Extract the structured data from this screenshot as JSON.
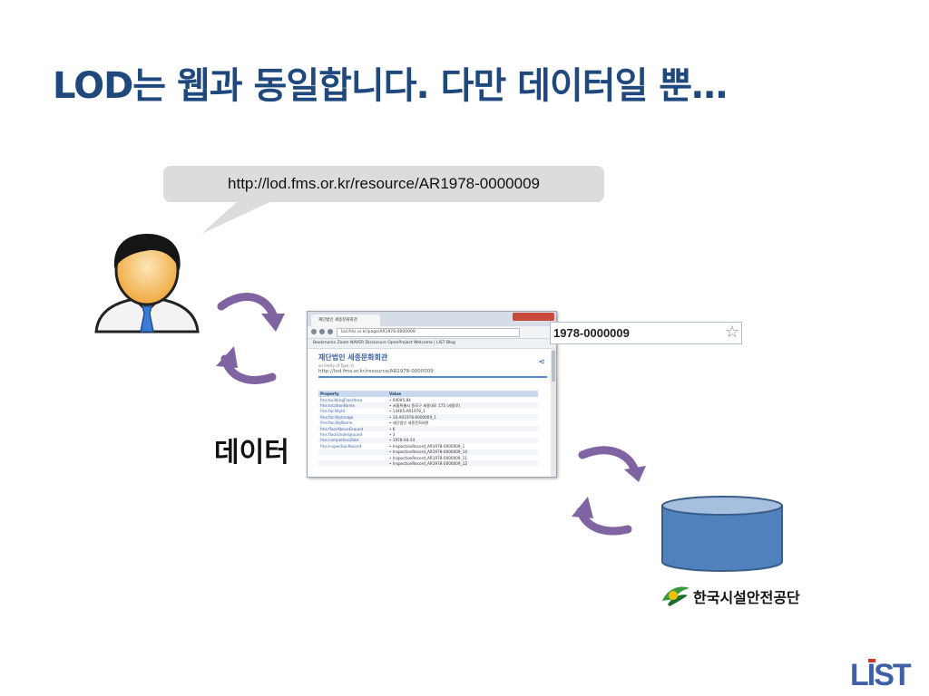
{
  "slide": {
    "title": "LOD는 웹과 동일합니다. 다만 데이터일 뿐…"
  },
  "bubble": {
    "url": "http://lod.fms.or.kr/resource/AR1978-0000009"
  },
  "browser": {
    "tab_title": "재단법인 세종문화회관",
    "address": "lod.fms.or.kr/page/AR1978-0000009",
    "bookmarks": "Bookmarks   Zoom   NAVER   Disclosure   OpenProject   Welcome | LIST Blog",
    "page_title": "재단법인 세종문화회관",
    "page_sub": "an Entity of Type: fc",
    "page_uri": "http://lod.fms.or.kr/resource/AR1978-0000009",
    "table": {
      "headers": [
        "Property",
        "Value"
      ],
      "rows": [
        {
          "p": "fms:buildingFloorArea",
          "v": "• 64095.84"
        },
        {
          "p": "fms:locationName",
          "v": "• 서울특별시 종로구 세종대로 175 (세종로)"
        },
        {
          "p": "fms:facilityId",
          "v": "• 14405-AR1978_1"
        },
        {
          "p": "fms:facilityImage",
          "v": "• 10-AR1978-0000009_1"
        },
        {
          "p": "fms:facilityName",
          "v": "• 재단법인 세종문화회관"
        },
        {
          "p": "fms:floorAboveGround",
          "v": "• 6"
        },
        {
          "p": "fms:floorUnderground",
          "v": "• 3"
        },
        {
          "p": "fms:completionDate",
          "v": "• 1978-04-14"
        },
        {
          "p": "fms:inspectionRecord",
          "v": "• InspectionRecord_AR1978-0000009_1"
        },
        {
          "p": "",
          "v": "• InspectionRecord_AR1978-0000009_10"
        },
        {
          "p": "",
          "v": "• InspectionRecord_AR1978-0000009_11"
        },
        {
          "p": "",
          "v": "• InspectionRecord_AR1978-0000009_12"
        }
      ]
    }
  },
  "address_zoom": {
    "text": "1978-0000009"
  },
  "data_label": "데이터",
  "organization": {
    "name": "한국시설안전공단"
  },
  "brand": {
    "name": "LIST"
  },
  "colors": {
    "title": "#1f497d",
    "arrow": "#8064a2",
    "cylinder": "#4f81bd",
    "bubble": "#dcdcdc"
  },
  "icons": [
    "person-icon",
    "cycle-arrow-icon",
    "database-cylinder-icon",
    "org-logo-icon",
    "brand-logo-icon",
    "star-icon"
  ]
}
